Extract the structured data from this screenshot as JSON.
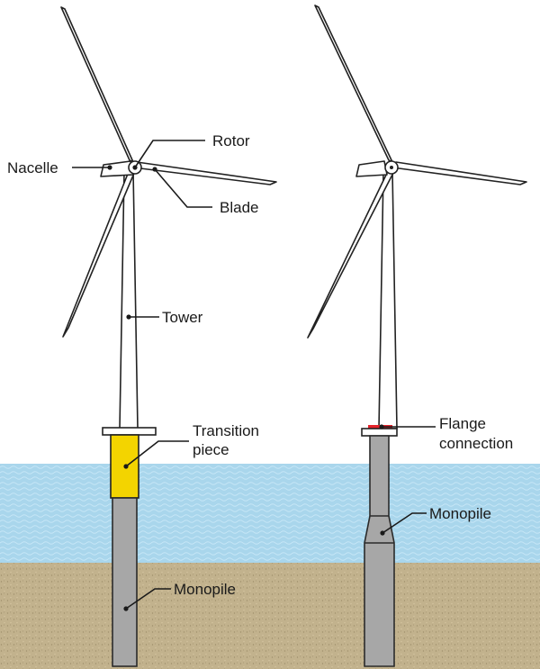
{
  "colors": {
    "sea": "#a9d6ec",
    "seabed": "#c2b28d",
    "monopile": "#a7a7a7",
    "transition_piece": "#f3d400",
    "flange": "#e5232b",
    "outline": "#222222"
  },
  "left_turbine": {
    "labels": {
      "nacelle": "Nacelle",
      "rotor": "Rotor",
      "blade": "Blade",
      "tower": "Tower",
      "transition_line1": "Transition",
      "transition_line2": "piece",
      "monopile": "Monopile"
    }
  },
  "right_turbine": {
    "labels": {
      "flange_line1": "Flange",
      "flange_line2": "connection",
      "monopile": "Monopile"
    }
  }
}
